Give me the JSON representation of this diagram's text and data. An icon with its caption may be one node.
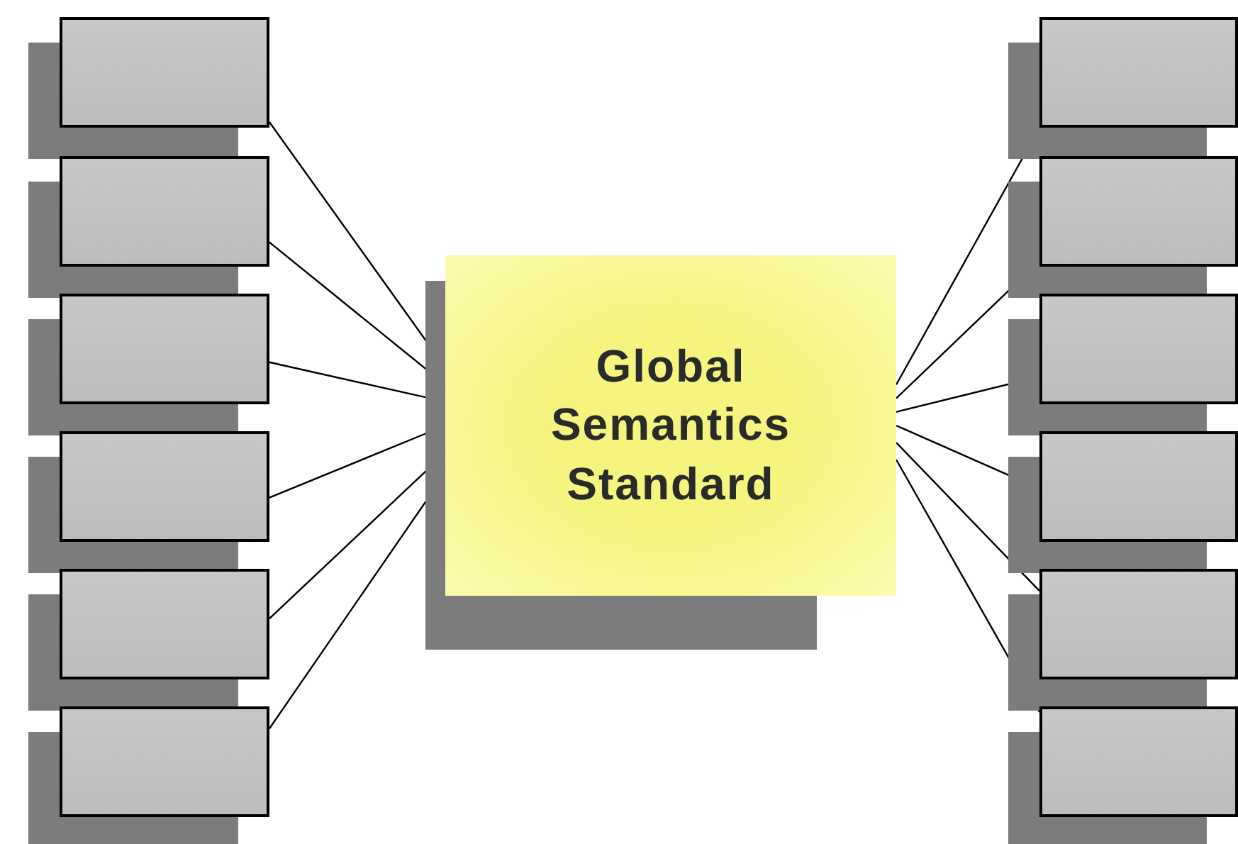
{
  "diagram": {
    "nodes": [
      {
        "text": [],
        "shape": "box"
      },
      {
        "text": [],
        "shape": "box"
      },
      {
        "text": [],
        "shape": "box"
      },
      {
        "text": [],
        "shape": "box"
      },
      {
        "text": [],
        "shape": "box"
      },
      {
        "text": [],
        "shape": "box"
      },
      {
        "text": [
          "Global Semantics Standard"
        ]
      },
      {
        "text": [],
        "shape": "box"
      },
      {
        "text": [],
        "shape": "box"
      },
      {
        "text": [],
        "shape": "box"
      },
      {
        "text": [],
        "shape": "box"
      },
      {
        "text": [],
        "shape": "box"
      },
      {
        "text": [],
        "shape": "box"
      }
    ],
    "edges": [
      {
        "from": 0,
        "to": 6,
        "arrow": "none"
      },
      {
        "from": 1,
        "to": 6,
        "arrow": "none"
      },
      {
        "from": 2,
        "to": 6,
        "arrow": "none"
      },
      {
        "from": 3,
        "to": 6,
        "arrow": "none"
      },
      {
        "from": 4,
        "to": 6,
        "arrow": "none"
      },
      {
        "from": 5,
        "to": 6,
        "arrow": "none"
      },
      {
        "from": 6,
        "to": 7,
        "arrow": "none"
      },
      {
        "from": 6,
        "to": 8,
        "arrow": "none"
      },
      {
        "from": 6,
        "to": 9,
        "arrow": "none"
      },
      {
        "from": 6,
        "to": 10,
        "arrow": "none"
      },
      {
        "from": 6,
        "to": 11,
        "arrow": "none"
      },
      {
        "from": 6,
        "to": 12,
        "arrow": "none"
      }
    ]
  }
}
